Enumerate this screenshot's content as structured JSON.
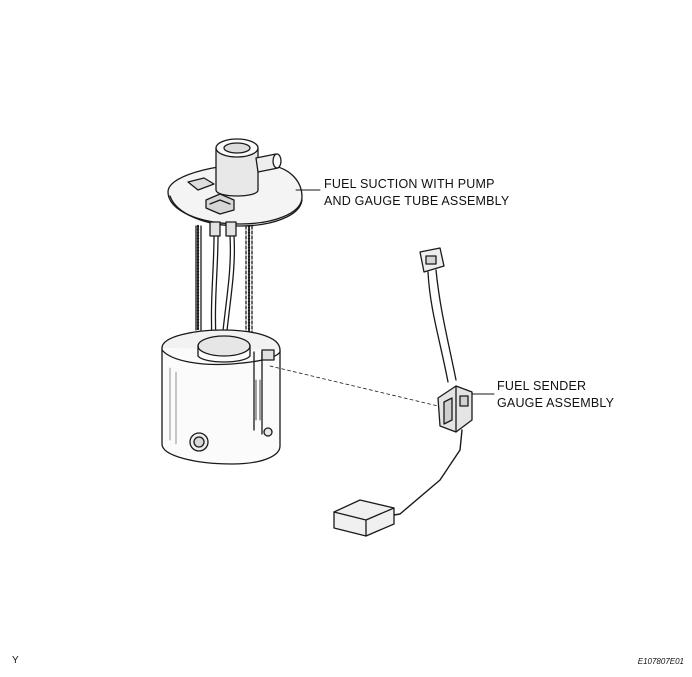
{
  "labels": {
    "pump_line1": "FUEL SUCTION  WITH PUMP",
    "pump_line2": "AND GAUGE TUBE ASSEMBLY",
    "sender_line1": "FUEL SENDER",
    "sender_line2": "GAUGE ASSEMBLY"
  },
  "corner_letter": "Y",
  "figure_id": "E107807E01"
}
